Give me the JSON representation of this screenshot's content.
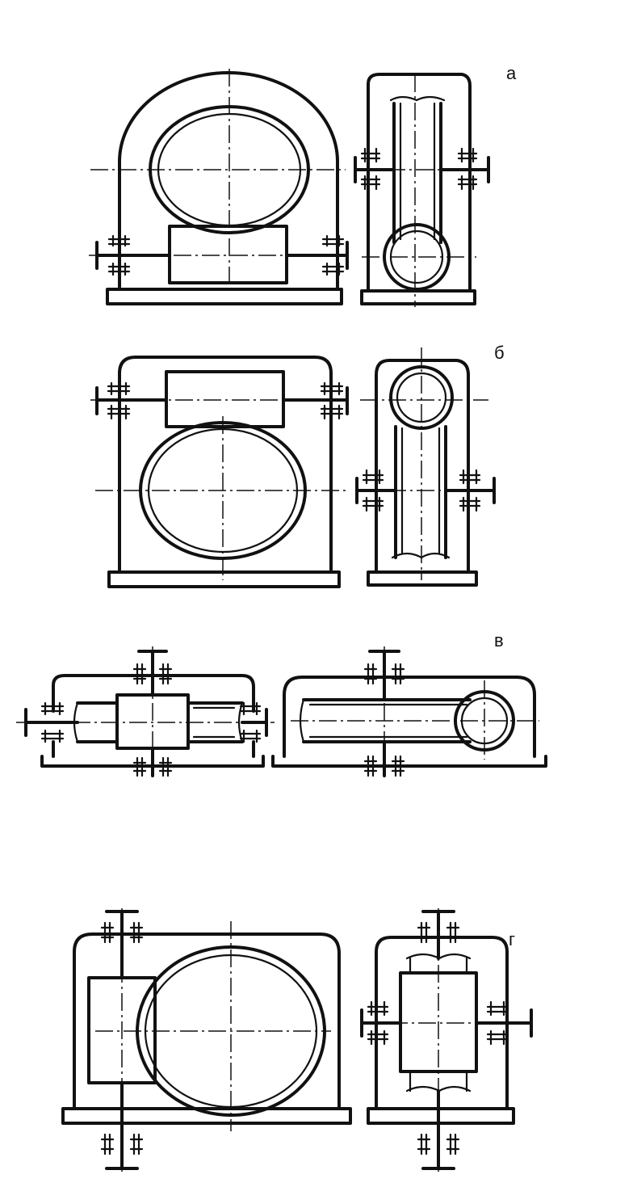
{
  "figure": {
    "variants": [
      {
        "id": "a",
        "label": "а"
      },
      {
        "id": "b",
        "label": "б"
      },
      {
        "id": "v",
        "label": "в"
      },
      {
        "id": "g",
        "label": "г"
      }
    ]
  }
}
